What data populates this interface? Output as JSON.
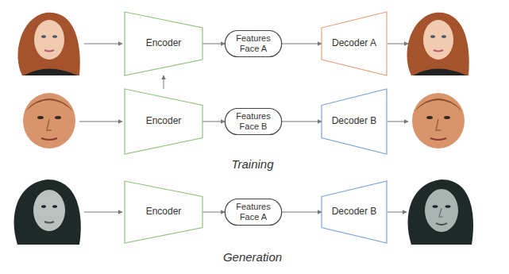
{
  "diagram": {
    "nodes": [
      {
        "text": [
          "Encoder"
        ]
      },
      {
        "text": [
          "Features Face A"
        ]
      },
      {
        "text": [
          "Decoder A"
        ]
      },
      {
        "text": [
          "Encoder"
        ]
      },
      {
        "text": [
          "Features Face B"
        ]
      },
      {
        "text": [
          "Decoder B"
        ]
      },
      {
        "text": [
          "Encoder"
        ]
      },
      {
        "text": [
          "Features Face A"
        ]
      },
      {
        "text": [
          "Decoder B"
        ]
      }
    ],
    "edges": [
      {
        "from": 0,
        "to": 1,
        "arrow": "to"
      },
      {
        "from": 1,
        "to": 2,
        "arrow": "to"
      },
      {
        "from": 3,
        "to": 4,
        "arrow": "to"
      },
      {
        "from": 4,
        "to": 5,
        "arrow": "to"
      },
      {
        "from": 6,
        "to": 7,
        "arrow": "to"
      },
      {
        "from": 7,
        "to": 8,
        "arrow": "to"
      },
      {
        "from": 3,
        "to": 0,
        "arrow": "to"
      }
    ],
    "labels": [
      "Training",
      "Generation"
    ]
  }
}
